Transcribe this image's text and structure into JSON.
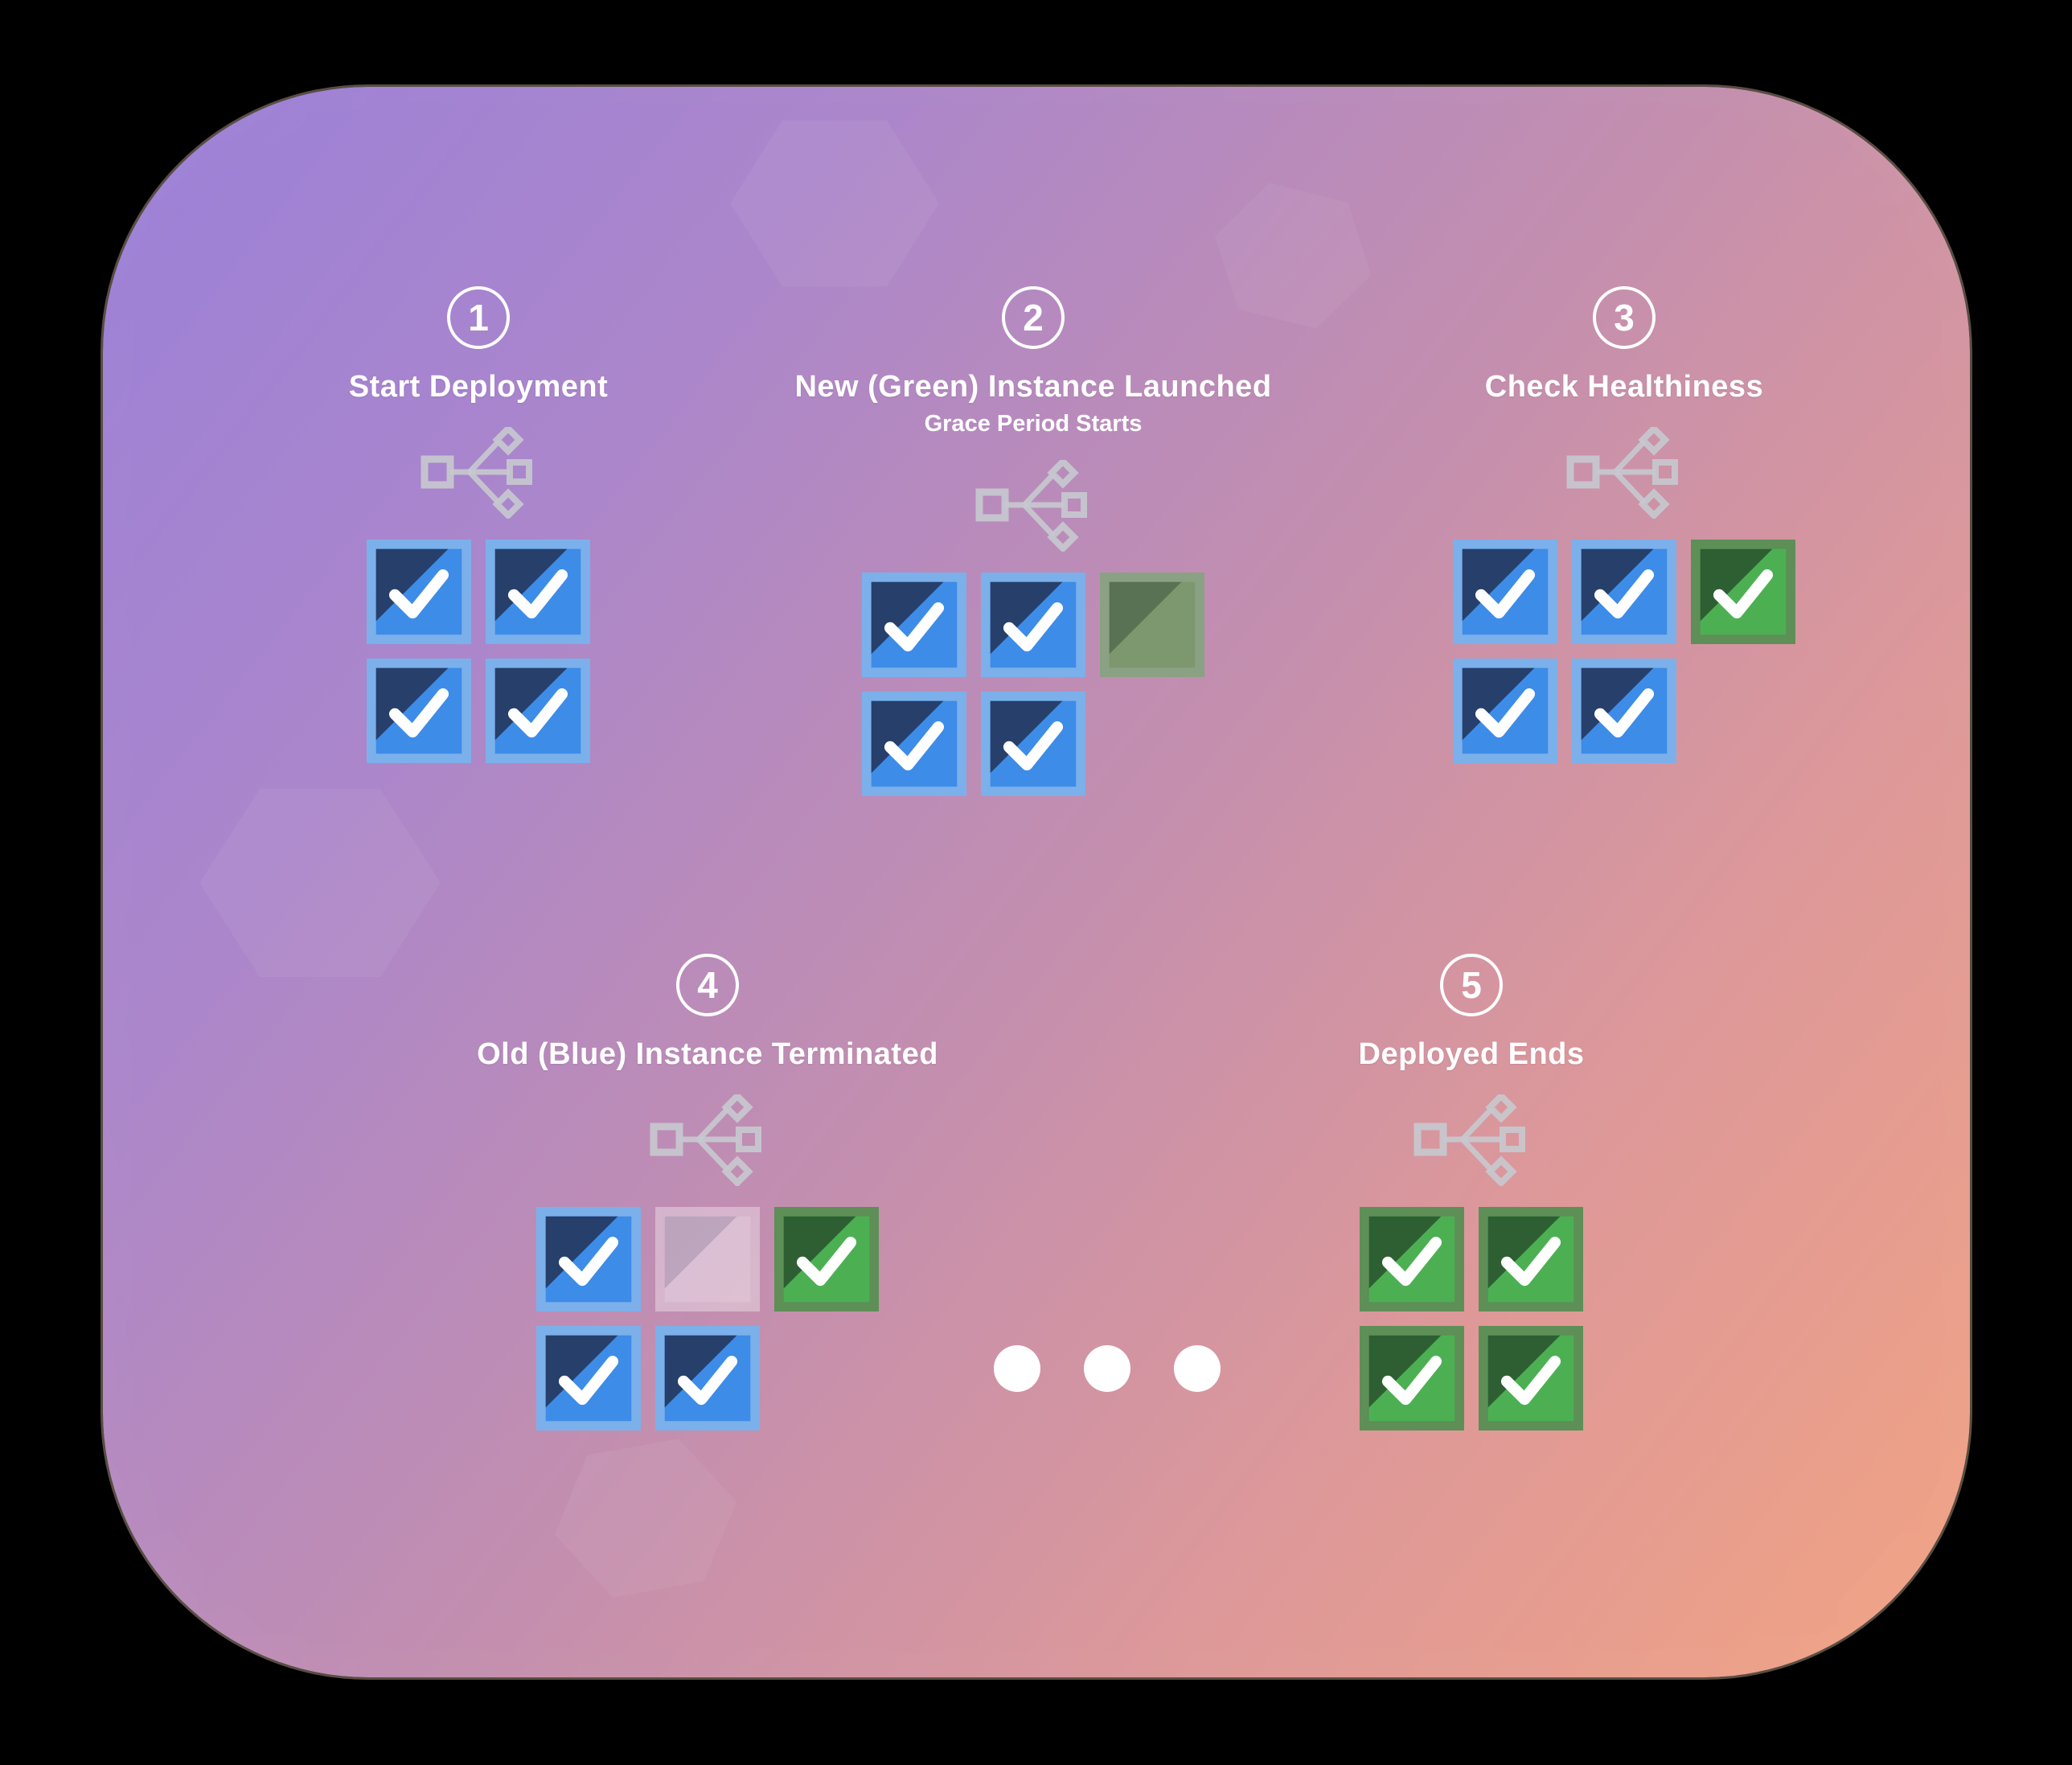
{
  "steps": [
    {
      "number": "1",
      "title": "Start Deployment",
      "subtitle": "",
      "rows": [
        [
          "blue-check",
          "blue-check"
        ],
        [
          "blue-check",
          "blue-check"
        ]
      ]
    },
    {
      "number": "2",
      "title": "New (Green) Instance Launched",
      "subtitle": "Grace Period Starts",
      "rows": [
        [
          "blue-check",
          "blue-check",
          "green-empty"
        ],
        [
          "blue-check",
          "blue-check"
        ]
      ]
    },
    {
      "number": "3",
      "title": "Check Healthiness",
      "subtitle": "",
      "rows": [
        [
          "blue-check",
          "blue-check",
          "green-check"
        ],
        [
          "blue-check",
          "blue-check"
        ]
      ]
    },
    {
      "number": "4",
      "title": "Old (Blue) Instance Terminated",
      "subtitle": "",
      "rows": [
        [
          "blue-check",
          "faded",
          "green-check"
        ],
        [
          "blue-check",
          "blue-check"
        ]
      ]
    },
    {
      "number": "5",
      "title": "Deployed Ends",
      "subtitle": "",
      "rows": [
        [
          "green-check",
          "green-check"
        ],
        [
          "green-check",
          "green-check"
        ]
      ]
    }
  ],
  "ellipsis_dots": 3,
  "box_styles": {
    "blue-check": {
      "frame": "#7cb0ea",
      "fill": "#3d8ce8",
      "fold": "#263f6b",
      "check": "#ffffff"
    },
    "green-check": {
      "frame": "#5d8f57",
      "fill": "#4cb053",
      "fold": "#2e5f33",
      "check": "#ffffff"
    },
    "green-empty": {
      "frame": "#8aa183",
      "fill": "#7d976f",
      "fold": "#5a7254"
    },
    "faded": {
      "frame": "rgba(255,255,255,0.35)",
      "fill": "rgba(255,255,255,0.14)",
      "fold": "rgba(50,50,90,0.18)"
    }
  },
  "colors": {
    "outer_background": "#000000",
    "panel_gradient_start": "#9b80d8",
    "panel_gradient_end": "#f2a383",
    "text": "#ffffff",
    "icon": "#c6c9cf",
    "dot": "#ffffff"
  }
}
